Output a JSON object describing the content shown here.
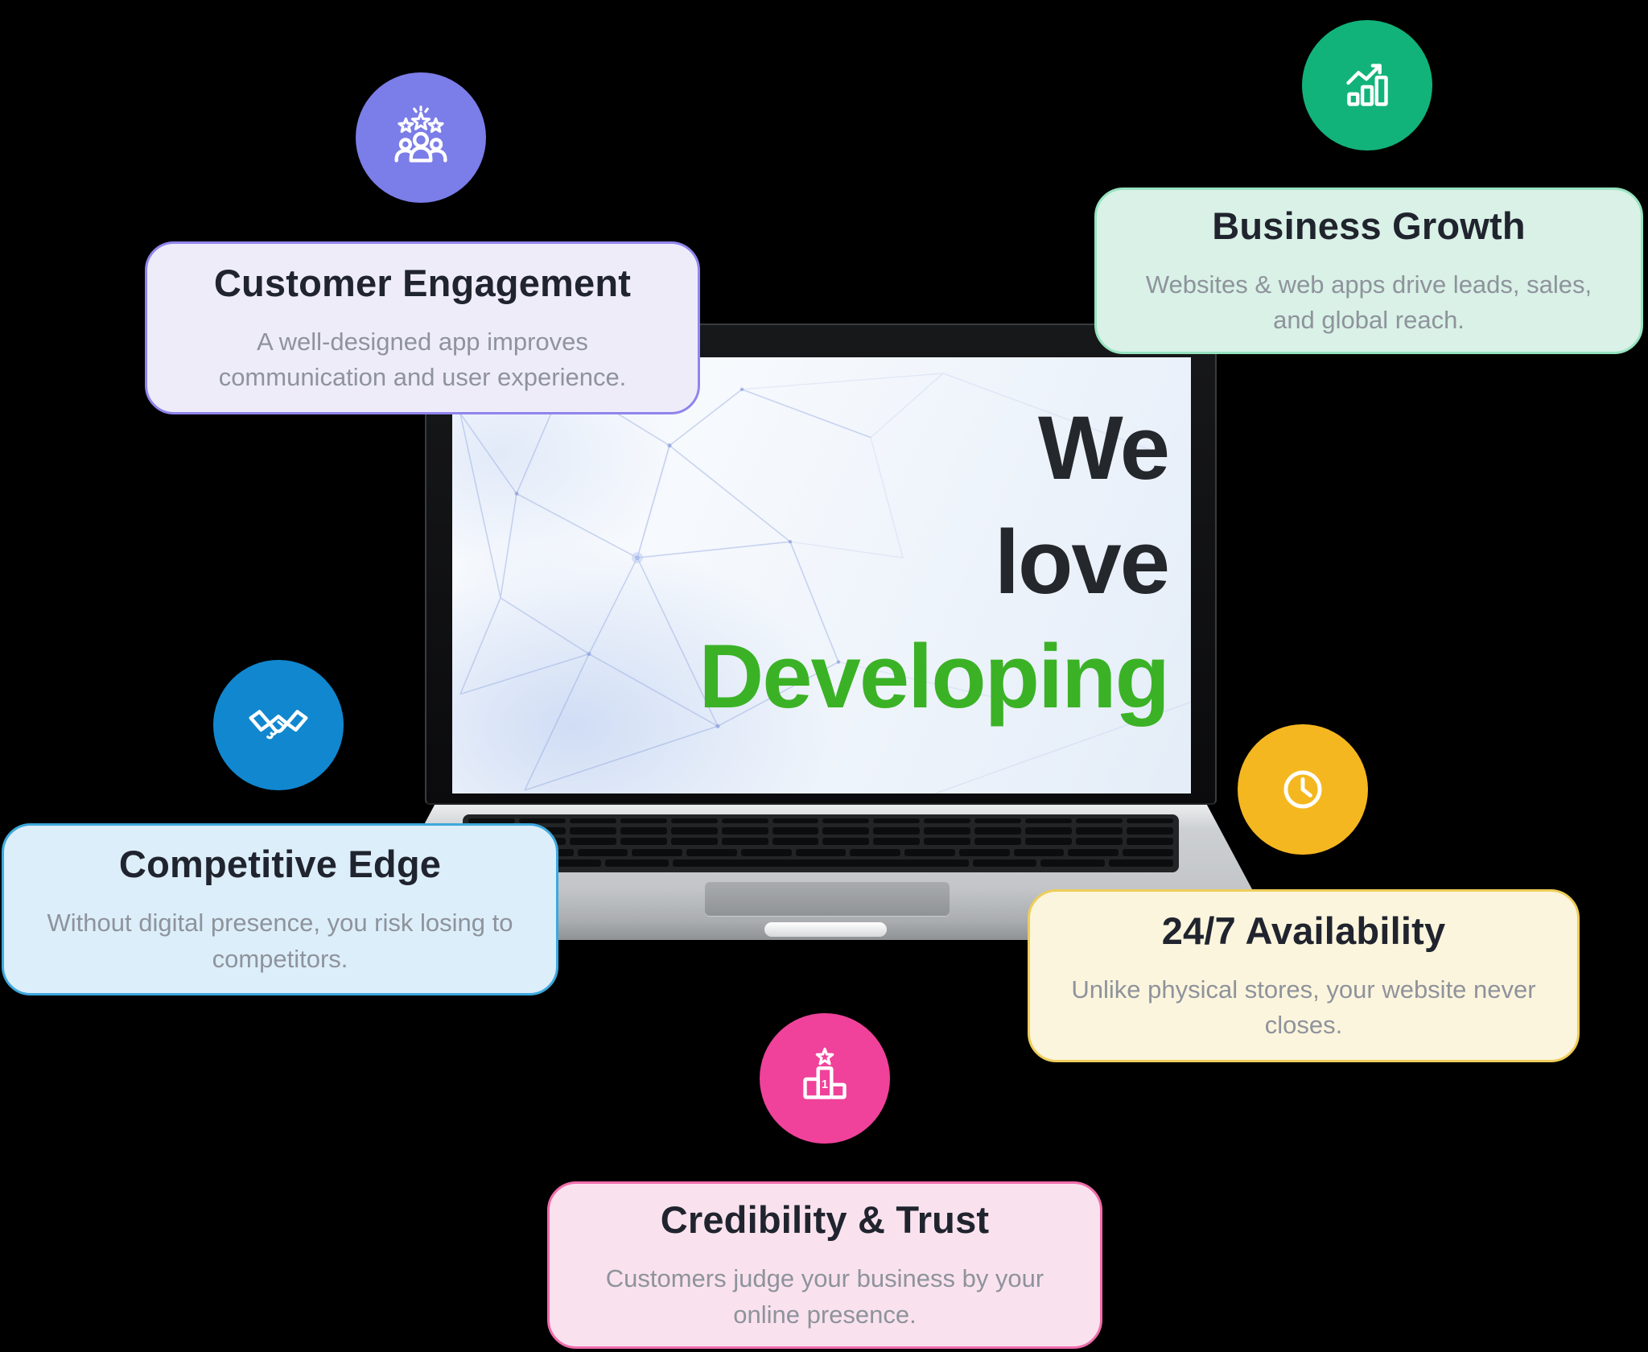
{
  "page_title": "We love Developing",
  "laptop": {
    "screen_text": {
      "lines": [
        "We",
        "love",
        "Developing"
      ]
    },
    "text_color": "#24272c",
    "accent_color": "#3bb226"
  },
  "features": [
    {
      "id": "customer-engagement",
      "title": "Customer Engagement",
      "description": "A well-designed app improves communication and user experience.",
      "icon": "team-stars-icon",
      "colors": {
        "circle": "#7b7de8",
        "card_bg": "#efecfa",
        "card_border": "#8f85ec"
      }
    },
    {
      "id": "business-growth",
      "title": "Business Growth",
      "description": "Websites & web apps drive leads, sales, and global reach.",
      "icon": "growth-chart-icon",
      "colors": {
        "circle": "#12b37b",
        "card_bg": "#d9f1e6",
        "card_border": "#97e3c0"
      }
    },
    {
      "id": "competitive-edge",
      "title": "Competitive Edge",
      "description": "Without digital presence, you risk losing to competitors.",
      "icon": "handshake-icon",
      "colors": {
        "circle": "#1187cf",
        "card_bg": "#dceefa",
        "card_border": "#3da8dd"
      }
    },
    {
      "id": "availability-24-7",
      "title": "24/7 Availability",
      "description": "Unlike physical stores, your website never closes.",
      "icon": "clock-icon",
      "colors": {
        "circle": "#f5b71f",
        "card_bg": "#fcf5dd",
        "card_border": "#eecd5a"
      }
    },
    {
      "id": "credibility-trust",
      "title": "Credibility & Trust",
      "description": "Customers judge your business by your online presence.",
      "icon": "podium-icon",
      "colors": {
        "circle": "#f0429a",
        "card_bg": "#f9e2ee",
        "card_border": "#f06cab"
      }
    }
  ]
}
